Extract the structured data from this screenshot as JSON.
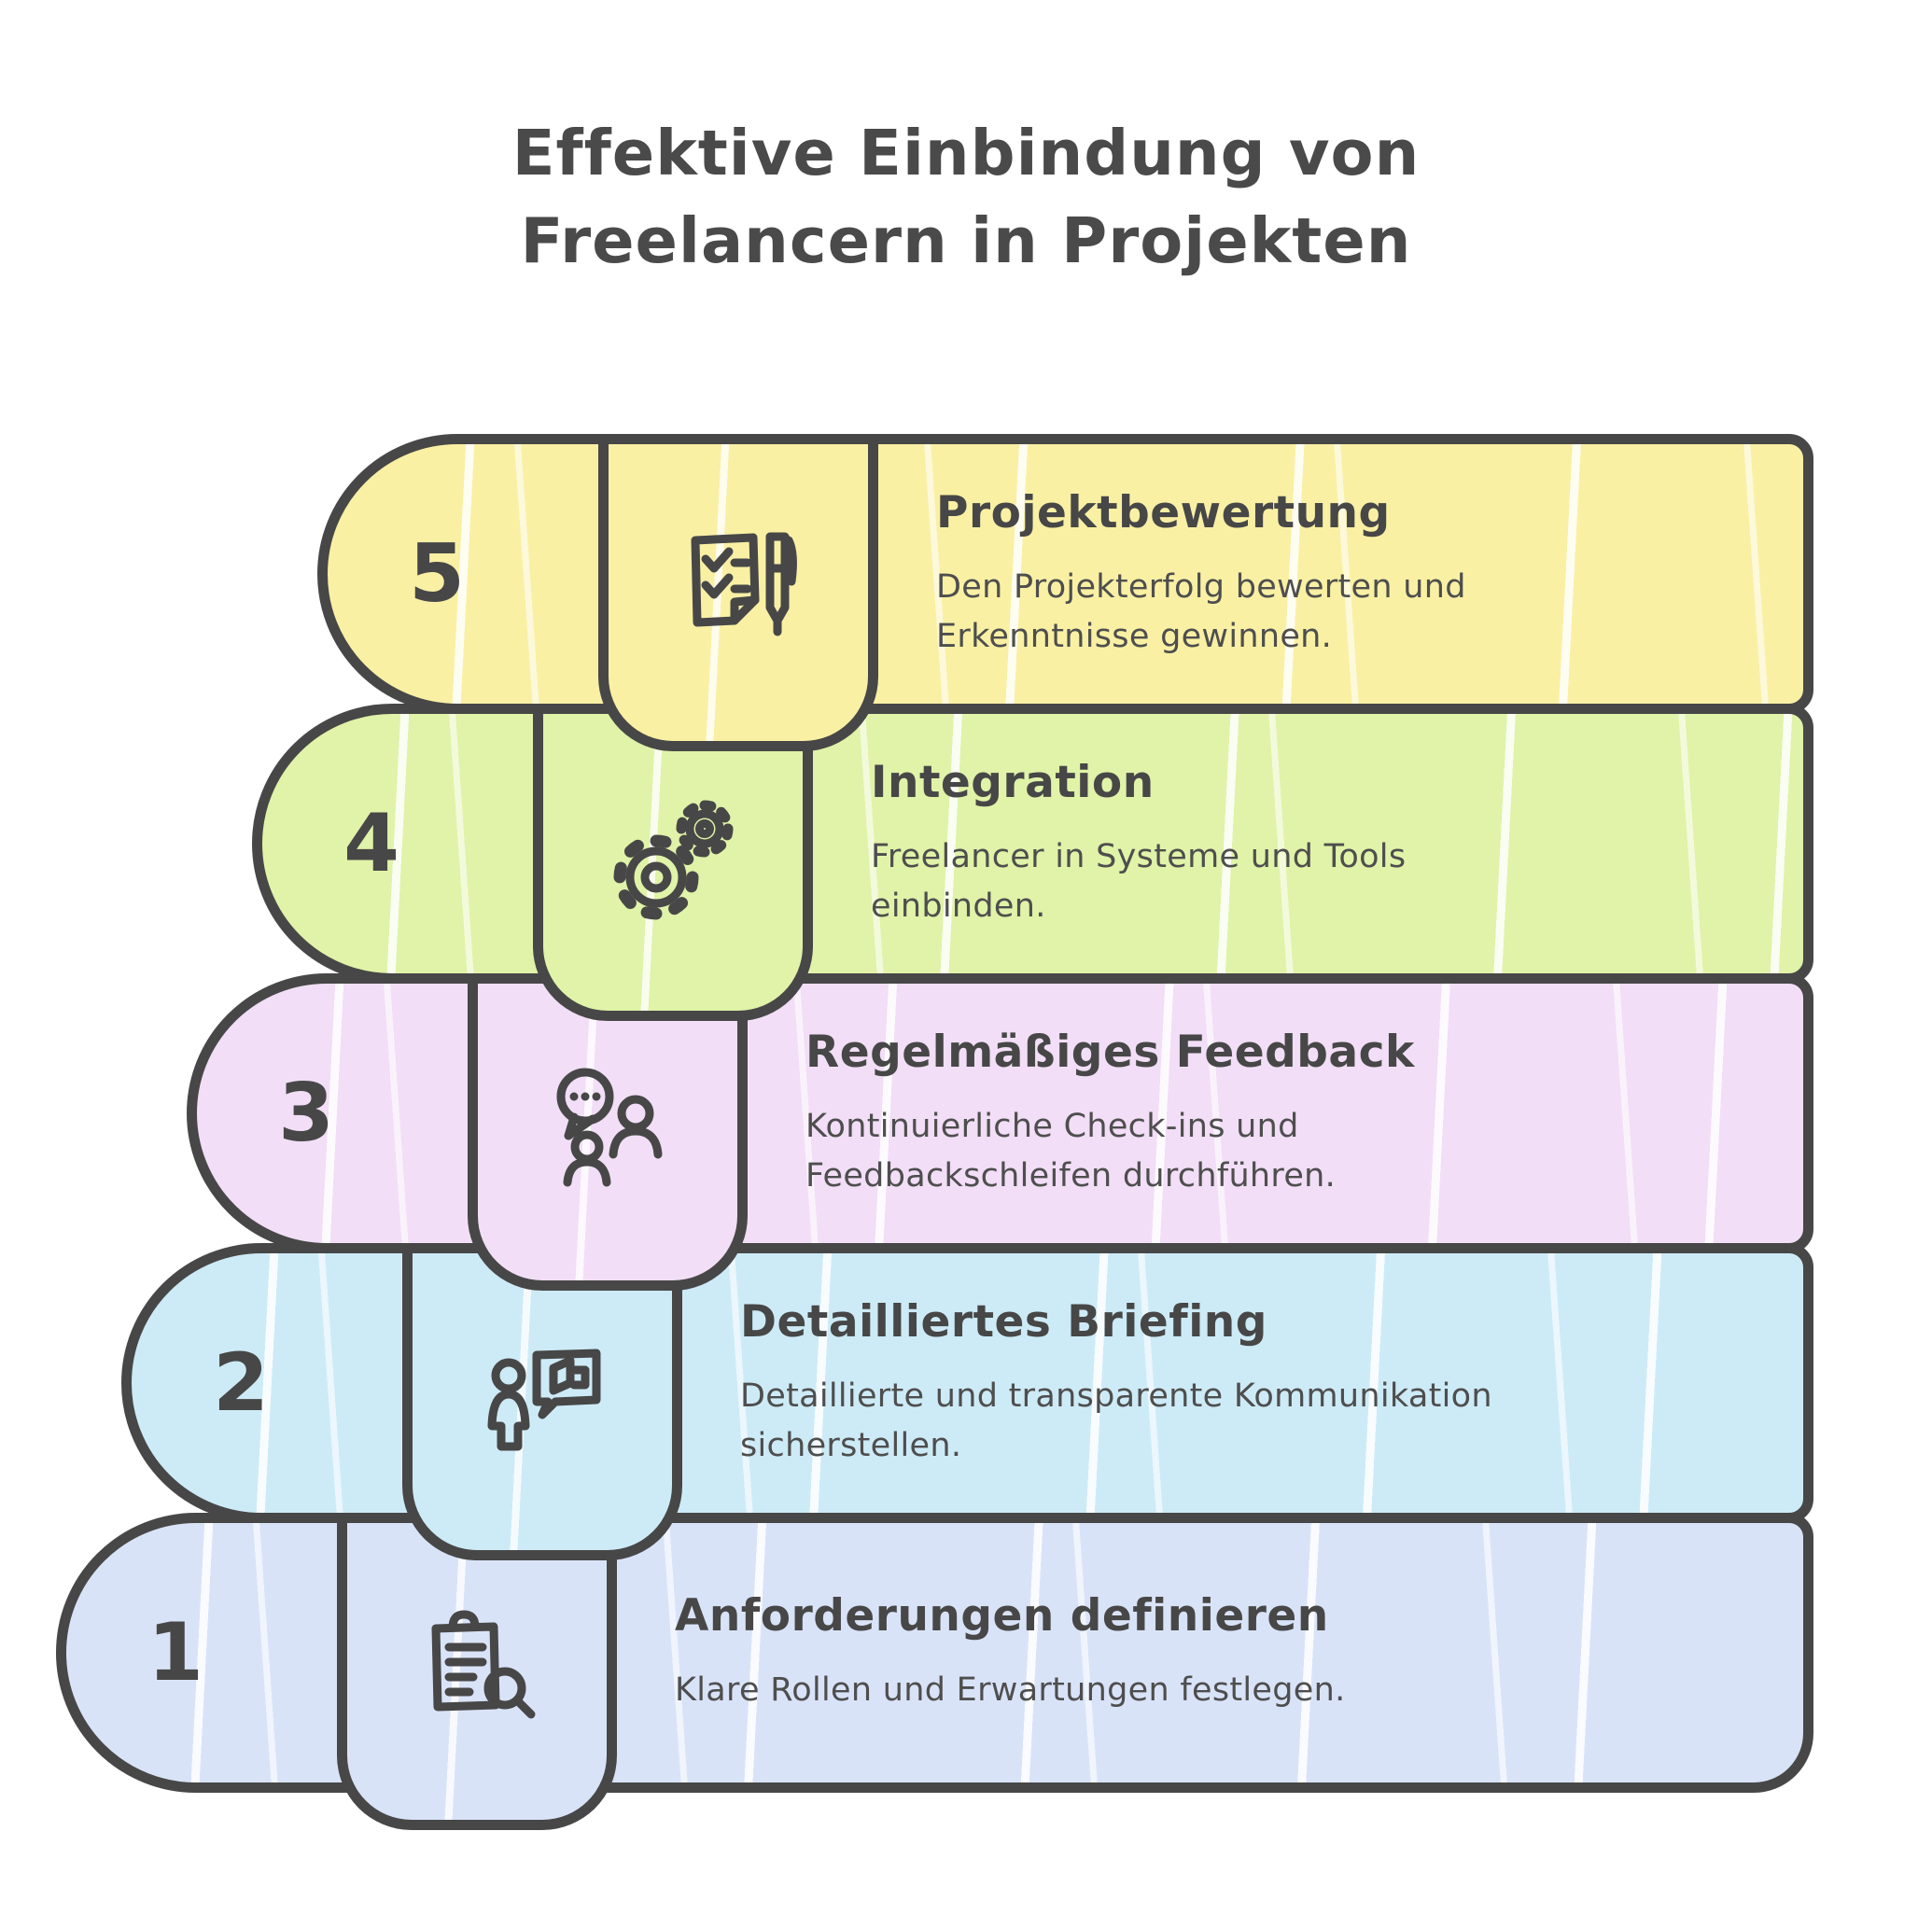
{
  "header": {
    "title_line1": "Effektive Einbindung von",
    "title_line2": "Freelancern in Projekten"
  },
  "colors": {
    "outline": "#474747",
    "title_text": "#4a4a4a",
    "body_text": "#4e4e4e",
    "background": "#ffffff"
  },
  "steps": [
    {
      "number": "5",
      "title": "Projektbewertung",
      "description": "Den Projekterfolg bewerten und\nErkenntnisse gewinnen.",
      "color": "#f9f0a4",
      "icon": "checklist-pen-icon"
    },
    {
      "number": "4",
      "title": "Integration",
      "description": "Freelancer in Systeme und Tools\neinbinden.",
      "color": "#e0f3a8",
      "icon": "gears-icon"
    },
    {
      "number": "3",
      "title": "Regelmäßiges Feedback",
      "description": "Kontinuierliche Check-ins und\nFeedbackschleifen durchführen.",
      "color": "#f2def6",
      "icon": "chat-people-icon"
    },
    {
      "number": "2",
      "title": "Detailliertes Briefing",
      "description": "Detaillierte und transparente Kommunikation\nsicherstellen.",
      "color": "#cdebf7",
      "icon": "person-presentation-icon"
    },
    {
      "number": "1",
      "title": "Anforderungen definieren",
      "description": "Klare Rollen und Erwartungen festlegen.",
      "color": "#d9e3f8",
      "icon": "clipboard-search-icon"
    }
  ]
}
